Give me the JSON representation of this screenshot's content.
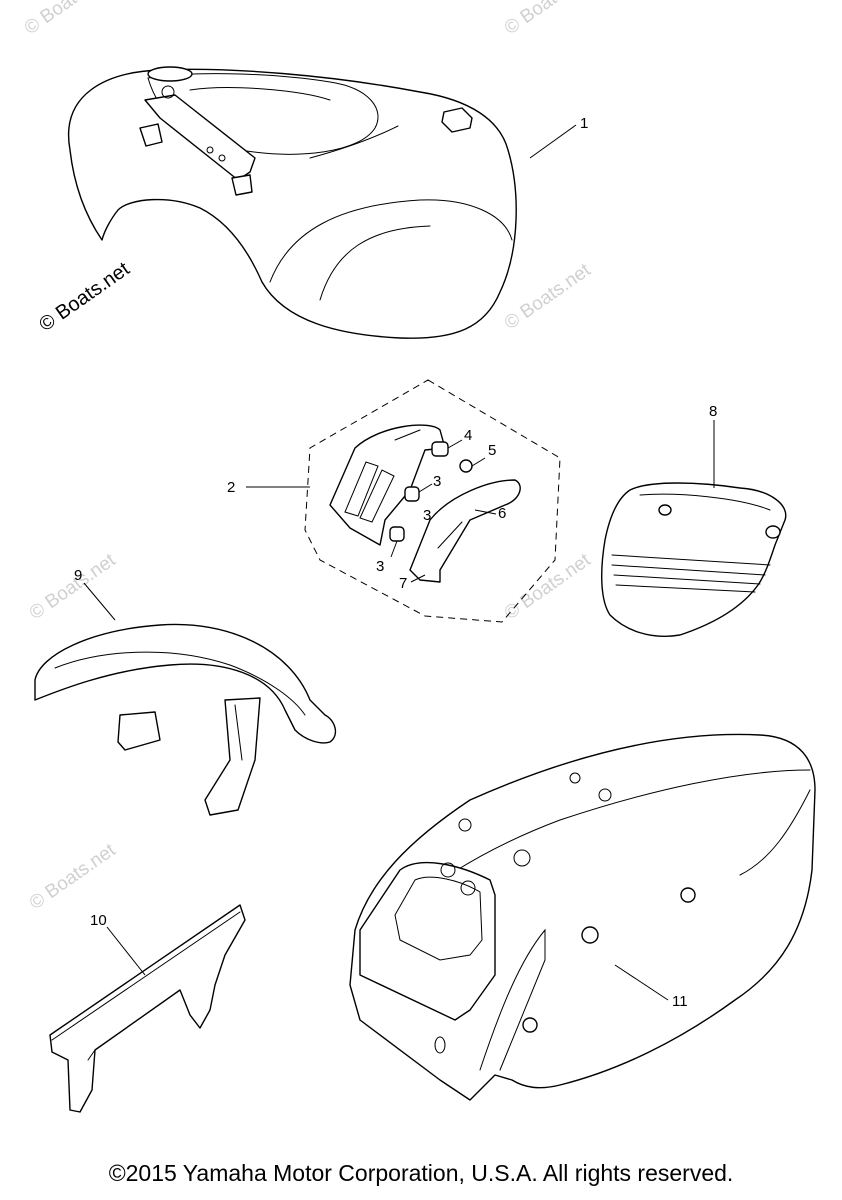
{
  "watermark_text": "© Boats.net",
  "callouts": {
    "c1": "1",
    "c2": "2",
    "c3a": "3",
    "c3b": "3",
    "c3c": "3",
    "c4": "4",
    "c5": "5",
    "c6": "6",
    "c7": "7",
    "c8": "8",
    "c9": "9",
    "c10": "10",
    "c11": "11"
  },
  "footer": {
    "copyright": "©2015 Yamaha Motor Corporation, U.S.A. All rights reserved."
  }
}
